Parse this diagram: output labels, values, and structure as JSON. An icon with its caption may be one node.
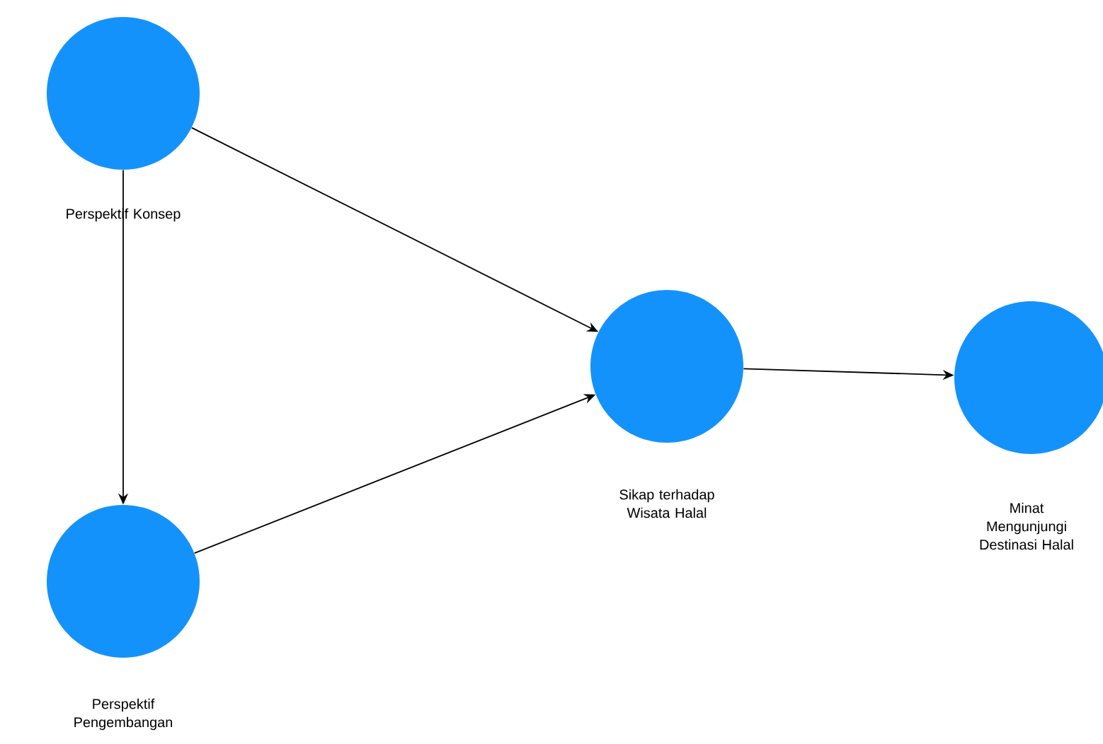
{
  "diagram": {
    "nodes": [
      {
        "text": [
          "Perspektif Konsep"
        ]
      },
      {
        "text": [
          "Perspektif Pengembangan"
        ]
      },
      {
        "text": [
          "Sikap terhadap Wisata Halal"
        ]
      },
      {
        "text": [
          "Minat Mengunjungi Destinasi Halal"
        ]
      }
    ],
    "edges": [
      {
        "from": 0,
        "to": 1,
        "arrow": "to"
      },
      {
        "from": 0,
        "to": 2,
        "arrow": "to"
      },
      {
        "from": 1,
        "to": 2,
        "arrow": "to"
      },
      {
        "from": 2,
        "to": 3,
        "arrow": "to"
      }
    ]
  }
}
